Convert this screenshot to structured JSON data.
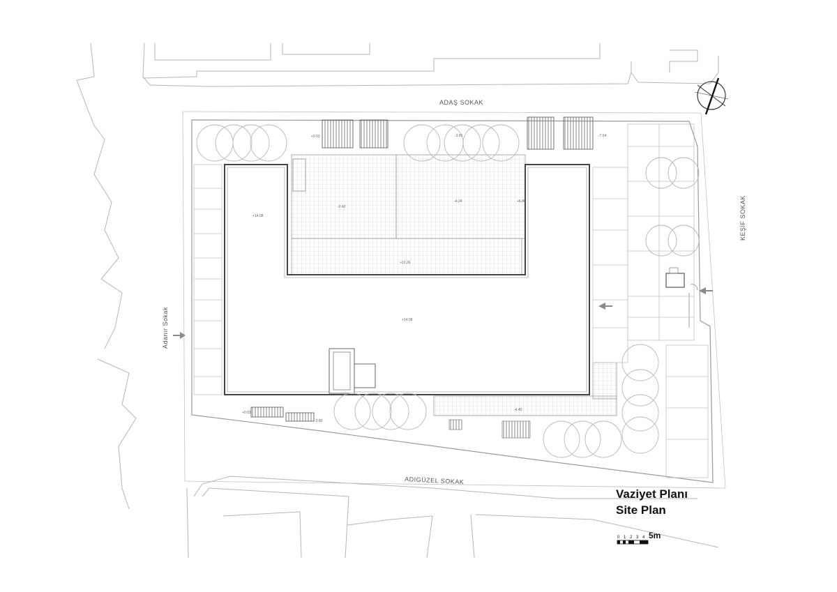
{
  "title": {
    "tr": "Vaziyet Planı",
    "en": "Site Plan"
  },
  "streets": {
    "north": "ADAŞ SOKAK",
    "east": "KEŞİF SOKAK",
    "south": "ADIGÜZEL SOKAK",
    "west": "Adanır Sokak"
  },
  "levels": {
    "lvl_a": "+0.03",
    "lvl_b": "-3.81",
    "lvl_c": "-7.64",
    "lvl_d": "+14.08",
    "lvl_e": "-0.42",
    "lvl_f": "-4.24",
    "lvl_g": "+6.86",
    "lvl_h": "+10.26",
    "lvl_i": "+14.08",
    "lvl_j": "-4.40",
    "lvl_k": "+0.03",
    "lvl_l": "-3.80"
  },
  "scale": {
    "ticks": [
      "0",
      "1",
      "2",
      "3",
      "4"
    ],
    "label": "5m"
  },
  "colors": {
    "line": "#9a9a9a",
    "dark": "#555555",
    "arrow": "#8a8a8a"
  }
}
